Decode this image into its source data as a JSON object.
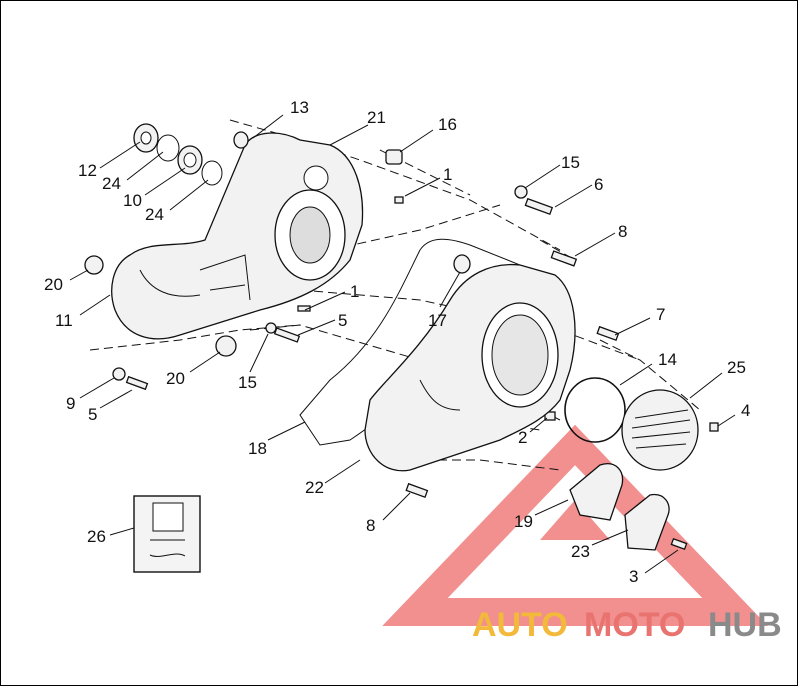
{
  "labels": {
    "l13": "13",
    "l21": "21",
    "l16": "16",
    "l12": "12",
    "l24a": "24",
    "l10": "10",
    "l24b": "24",
    "l1a": "1",
    "l15a": "15",
    "l6": "6",
    "l8a": "8",
    "l20a": "20",
    "l11": "11",
    "l1b": "1",
    "l5a": "5",
    "l17": "17",
    "l7": "7",
    "l14": "14",
    "l25": "25",
    "l20b": "20",
    "l15b": "15",
    "l9": "9",
    "l5b": "5",
    "l4": "4",
    "l18": "18",
    "l2": "2",
    "l22": "22",
    "l19": "19",
    "l8b": "8",
    "l26": "26",
    "l23": "23",
    "l3": "3"
  },
  "watermark": {
    "auto": "AUTO",
    "moto": "MOTO",
    "hub": "HUB",
    "color_auto": "#f2b93b",
    "color_moto": "#e8736f",
    "color_hub": "#8a8a8a",
    "triangle_color": "#ee6a6a"
  }
}
